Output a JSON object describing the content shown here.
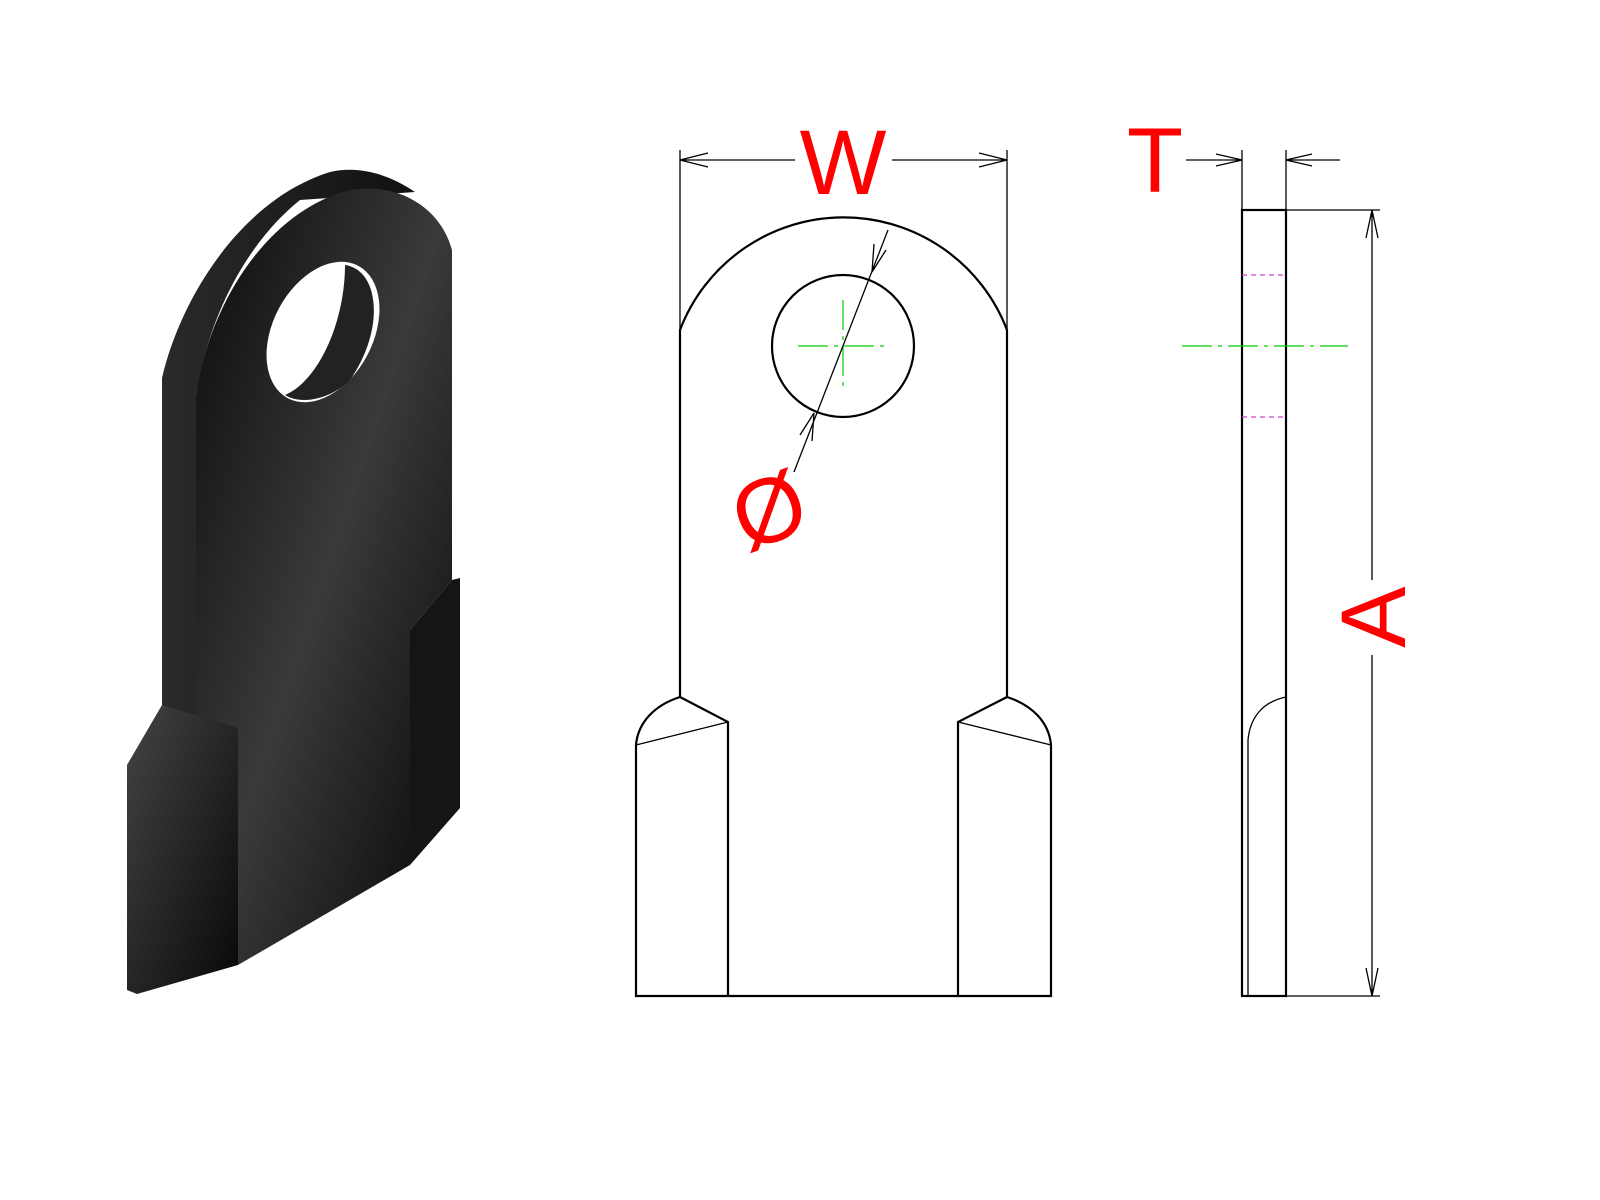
{
  "labels": {
    "width": "W",
    "thickness": "T",
    "diameter": "Ø",
    "length": "A"
  },
  "colors": {
    "dimension_text": "#ff0000",
    "centerline": "#00cc00",
    "hidden_line": "#cc44cc",
    "part_body": "#111111"
  }
}
